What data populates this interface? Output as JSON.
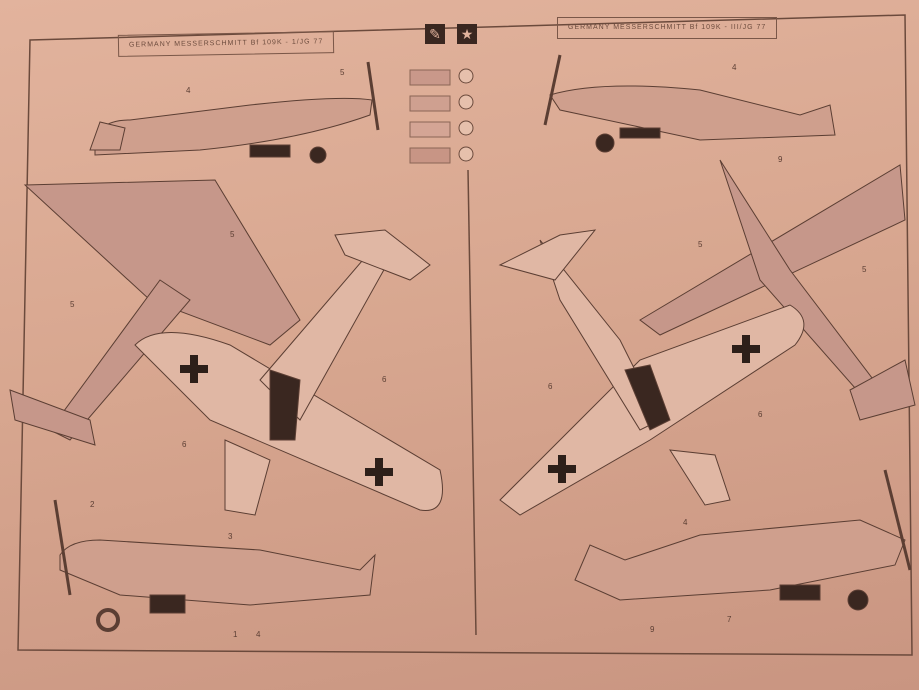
{
  "left_panel": {
    "title": "GERMANY  MESSERSCHMITT  Bf 109K - 1/JG 77"
  },
  "right_panel": {
    "title": "GERMANY  MESSERSCHMITT  Bf 109K - III/JG 77"
  },
  "logos": {
    "brush": "paint-brush-icon",
    "star": "star-icon"
  },
  "color_swatches": 4,
  "callouts_left": [
    "4",
    "5",
    "5",
    "6",
    "6",
    "2",
    "3",
    "1",
    "4",
    "5"
  ],
  "callouts_right": [
    "4",
    "5",
    "5",
    "6",
    "6",
    "4",
    "7",
    "9",
    "9"
  ],
  "colors": {
    "paper": "#dcab94",
    "ink": "#5b3e33",
    "camo": "#c6978a"
  }
}
